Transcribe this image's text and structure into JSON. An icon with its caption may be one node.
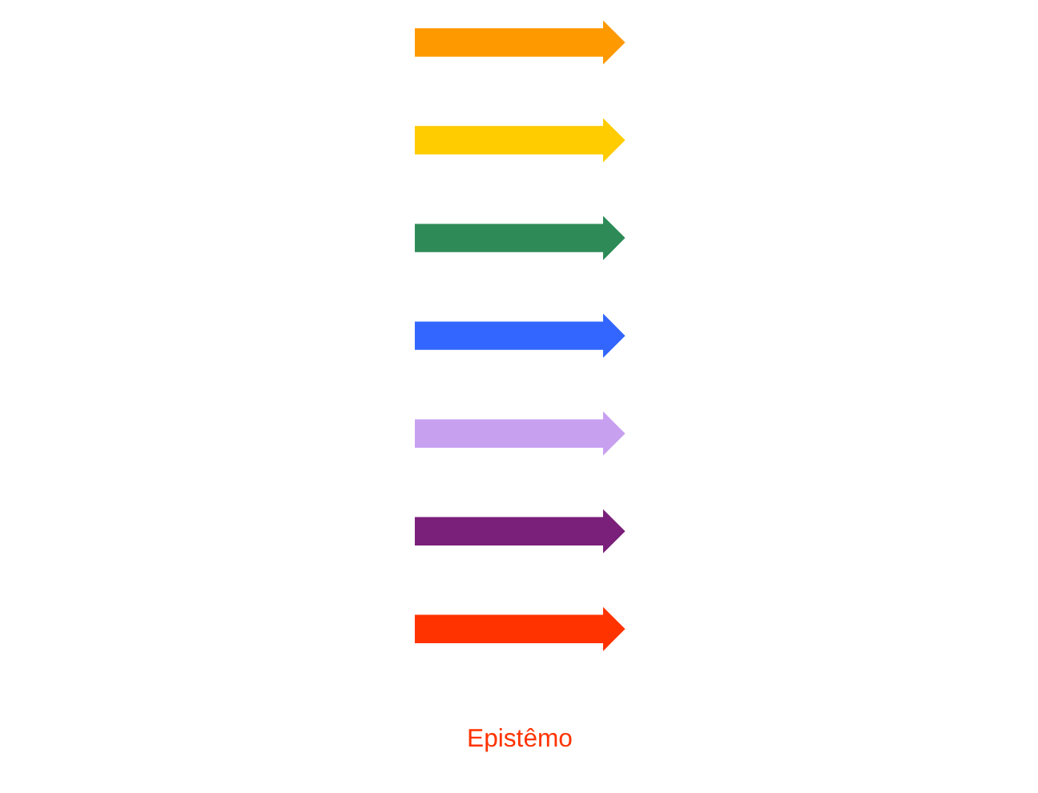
{
  "diagram": {
    "nodes": [
      {
        "text": [],
        "shape": "arrow",
        "beside": [
          "Epistêmo"
        ]
      },
      {
        "text": [],
        "shape": "arrow"
      },
      {
        "text": [],
        "shape": "arrow"
      },
      {
        "text": [],
        "shape": "arrow"
      },
      {
        "text": [],
        "shape": "arrow"
      },
      {
        "text": [],
        "shape": "arrow"
      },
      {
        "text": [],
        "shape": "arrow"
      }
    ]
  }
}
